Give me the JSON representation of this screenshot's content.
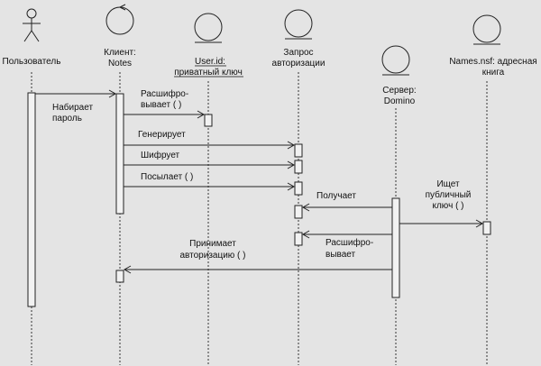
{
  "actors": {
    "user": "Пользователь",
    "client": [
      "Клиент:",
      "Notes"
    ],
    "userid": [
      "User.id:",
      "приватный ключ"
    ],
    "request": [
      "Запрос",
      "авторизации"
    ],
    "server": [
      "Сервер:",
      "Domino"
    ],
    "names": [
      "Names.nsf: адресная",
      "книга"
    ]
  },
  "messages": {
    "m1": [
      "Набирает",
      "пароль"
    ],
    "m2": [
      "Расшифро-",
      "вывает ( )"
    ],
    "m3": "Генерирует",
    "m4": "Шифрует",
    "m5": "Посылает ( )",
    "m6": "Получает",
    "m7": [
      "Ищет",
      "публичный",
      "ключ ( )"
    ],
    "m8": [
      "Расшифро-",
      "вывает"
    ],
    "m9": [
      "Принимает",
      "авторизацию ( )"
    ]
  }
}
